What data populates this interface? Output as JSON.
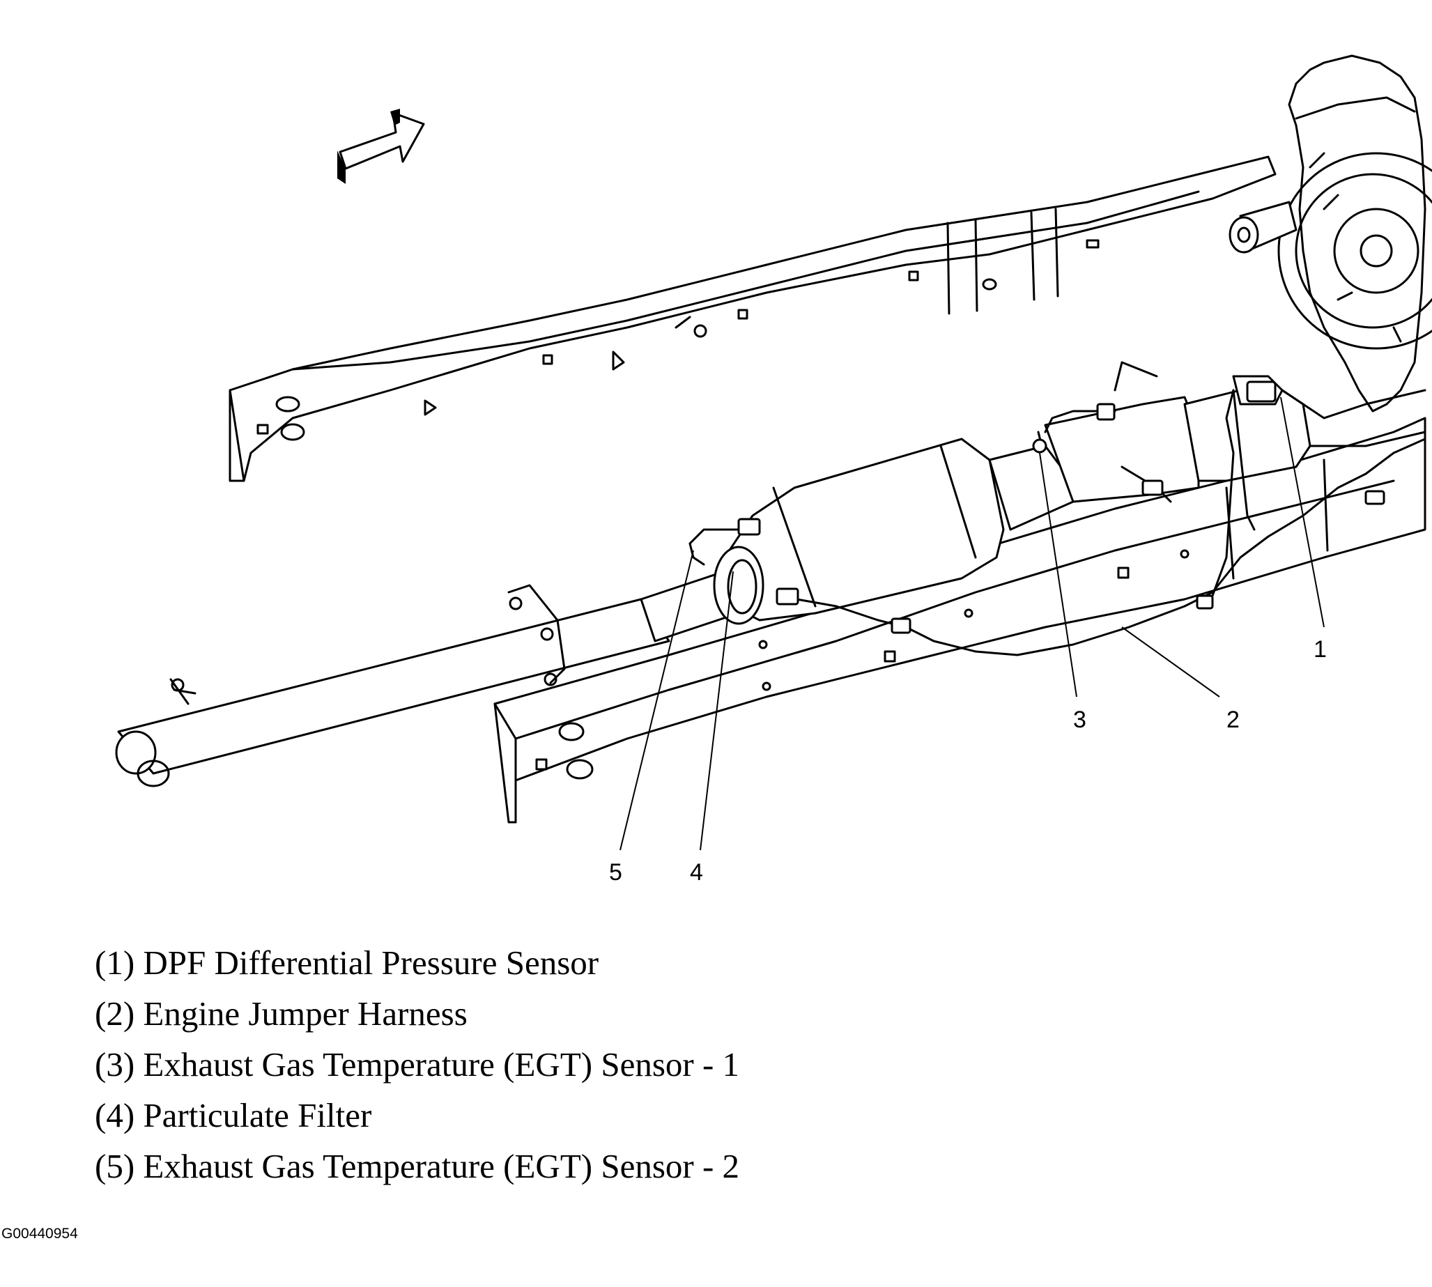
{
  "callouts": {
    "c1": "1",
    "c2": "2",
    "c3": "3",
    "c4": "4",
    "c5": "5"
  },
  "legend": [
    "(1) DPF Differential Pressure Sensor",
    "(2) Engine Jumper Harness",
    "(3) Exhaust Gas Temperature (EGT) Sensor - 1",
    "(4) Particulate Filter",
    "(5) Exhaust Gas Temperature (EGT) Sensor - 2"
  ],
  "figure_id": "G00440954",
  "icons": {
    "direction": "front-direction-arrow-icon"
  }
}
